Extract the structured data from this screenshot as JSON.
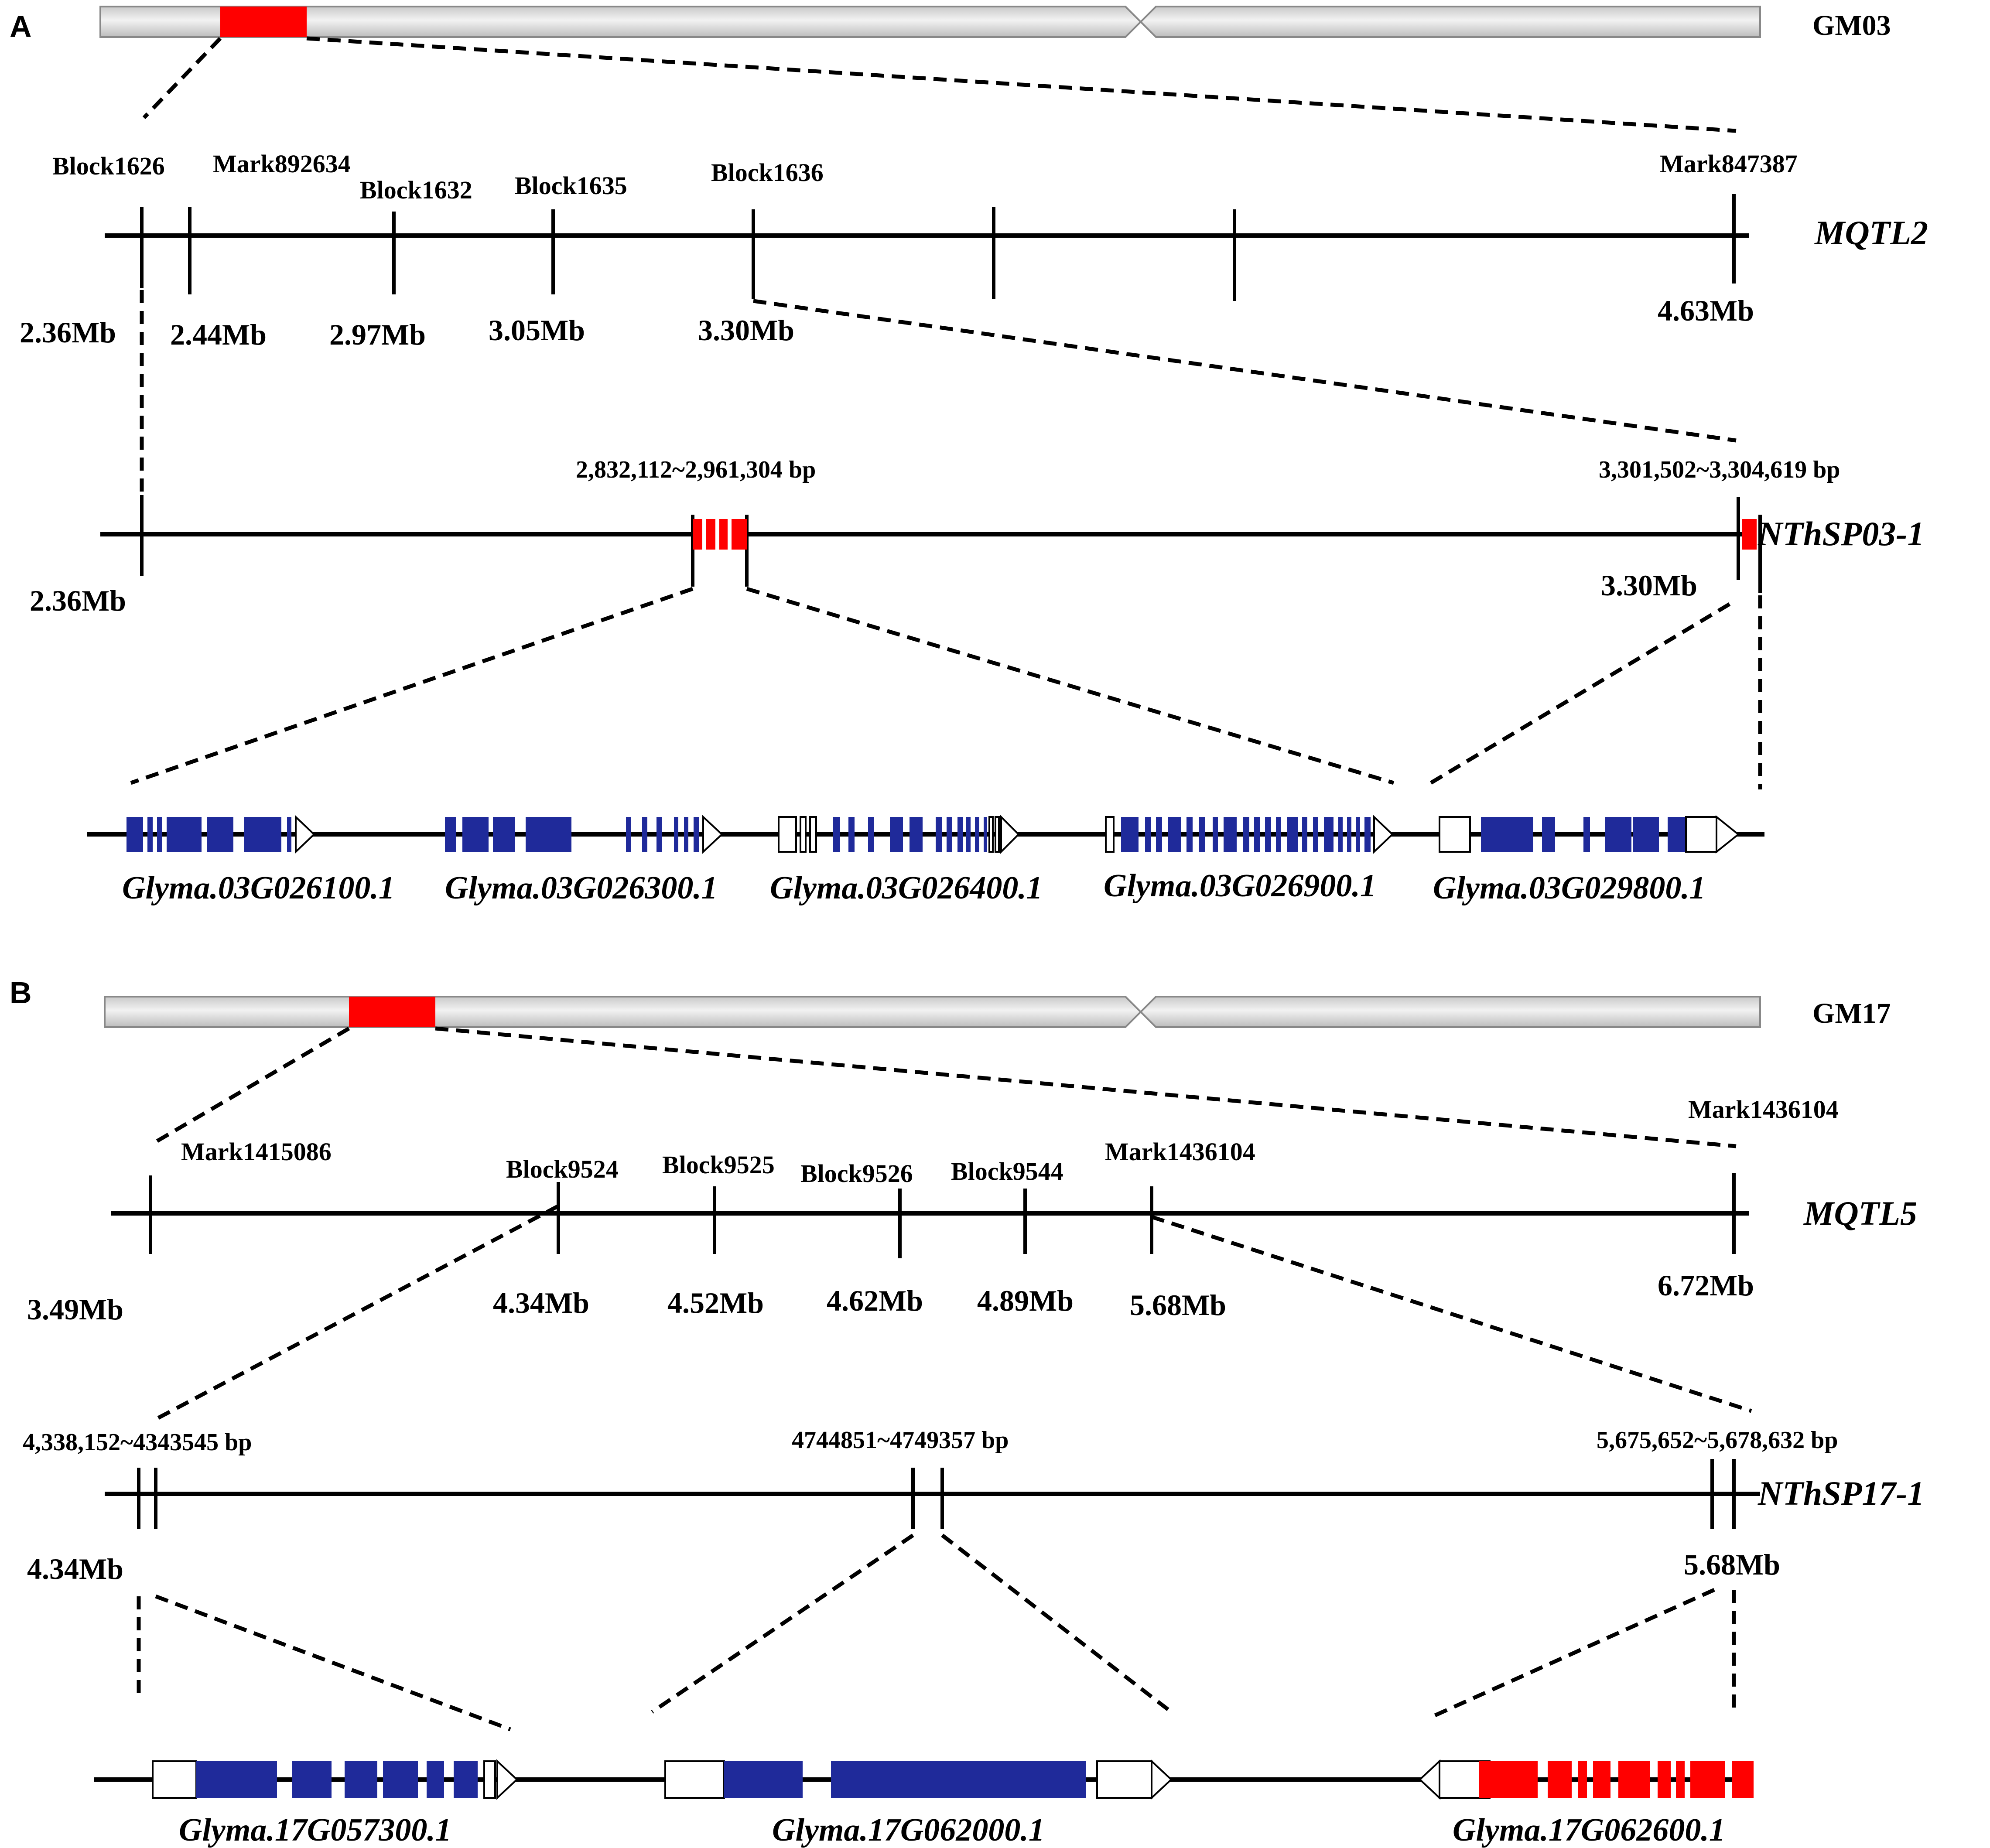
{
  "colors": {
    "highlight_red": "#ff0000",
    "exon_blue": "#1f2a9a",
    "chromosome_grey": "#d9d9d9",
    "line_black": "#000000"
  },
  "panelA": {
    "letter": "A",
    "chromosome": "GM03",
    "mqtl": {
      "name": "MQTL2",
      "markers": [
        "Block1626",
        "Mark892634",
        "Block1632",
        "Block1635",
        "Block1636",
        "Mark847387"
      ],
      "positions": [
        "2.36Mb",
        "2.44Mb",
        "2.97Mb",
        "3.05Mb",
        "3.30Mb",
        "4.63Mb"
      ]
    },
    "region": {
      "name": "NThSP03-1",
      "range1": "2,832,112~2,961,304 bp",
      "range2": "3,301,502~3,304,619 bp",
      "start": "2.36Mb",
      "end": "3.30Mb"
    },
    "genes": [
      "Glyma.03G026100.1",
      "Glyma.03G026300.1",
      "Glyma.03G026400.1",
      "Glyma.03G026900.1",
      "Glyma.03G029800.1"
    ]
  },
  "panelB": {
    "letter": "B",
    "chromosome": "GM17",
    "mqtl": {
      "name": "MQTL5",
      "markers": [
        "Mark1415086",
        "Block9524",
        "Block9525",
        "Block9526",
        "Block9544",
        "Mark1436104",
        "Mark1436104"
      ],
      "positions": [
        "3.49Mb",
        "4.34Mb",
        "4.52Mb",
        "4.62Mb",
        "4.89Mb",
        "5.68Mb",
        "6.72Mb"
      ]
    },
    "region": {
      "name": "NThSP17-1",
      "range1": "4,338,152~4343545 bp",
      "range2": "4744851~4749357 bp",
      "range3": "5,675,652~5,678,632 bp",
      "start": "4.34Mb",
      "end": "5.68Mb"
    },
    "genes": [
      "Glyma.17G057300.1",
      "Glyma.17G062000.1",
      "Glyma.17G062600.1"
    ]
  }
}
